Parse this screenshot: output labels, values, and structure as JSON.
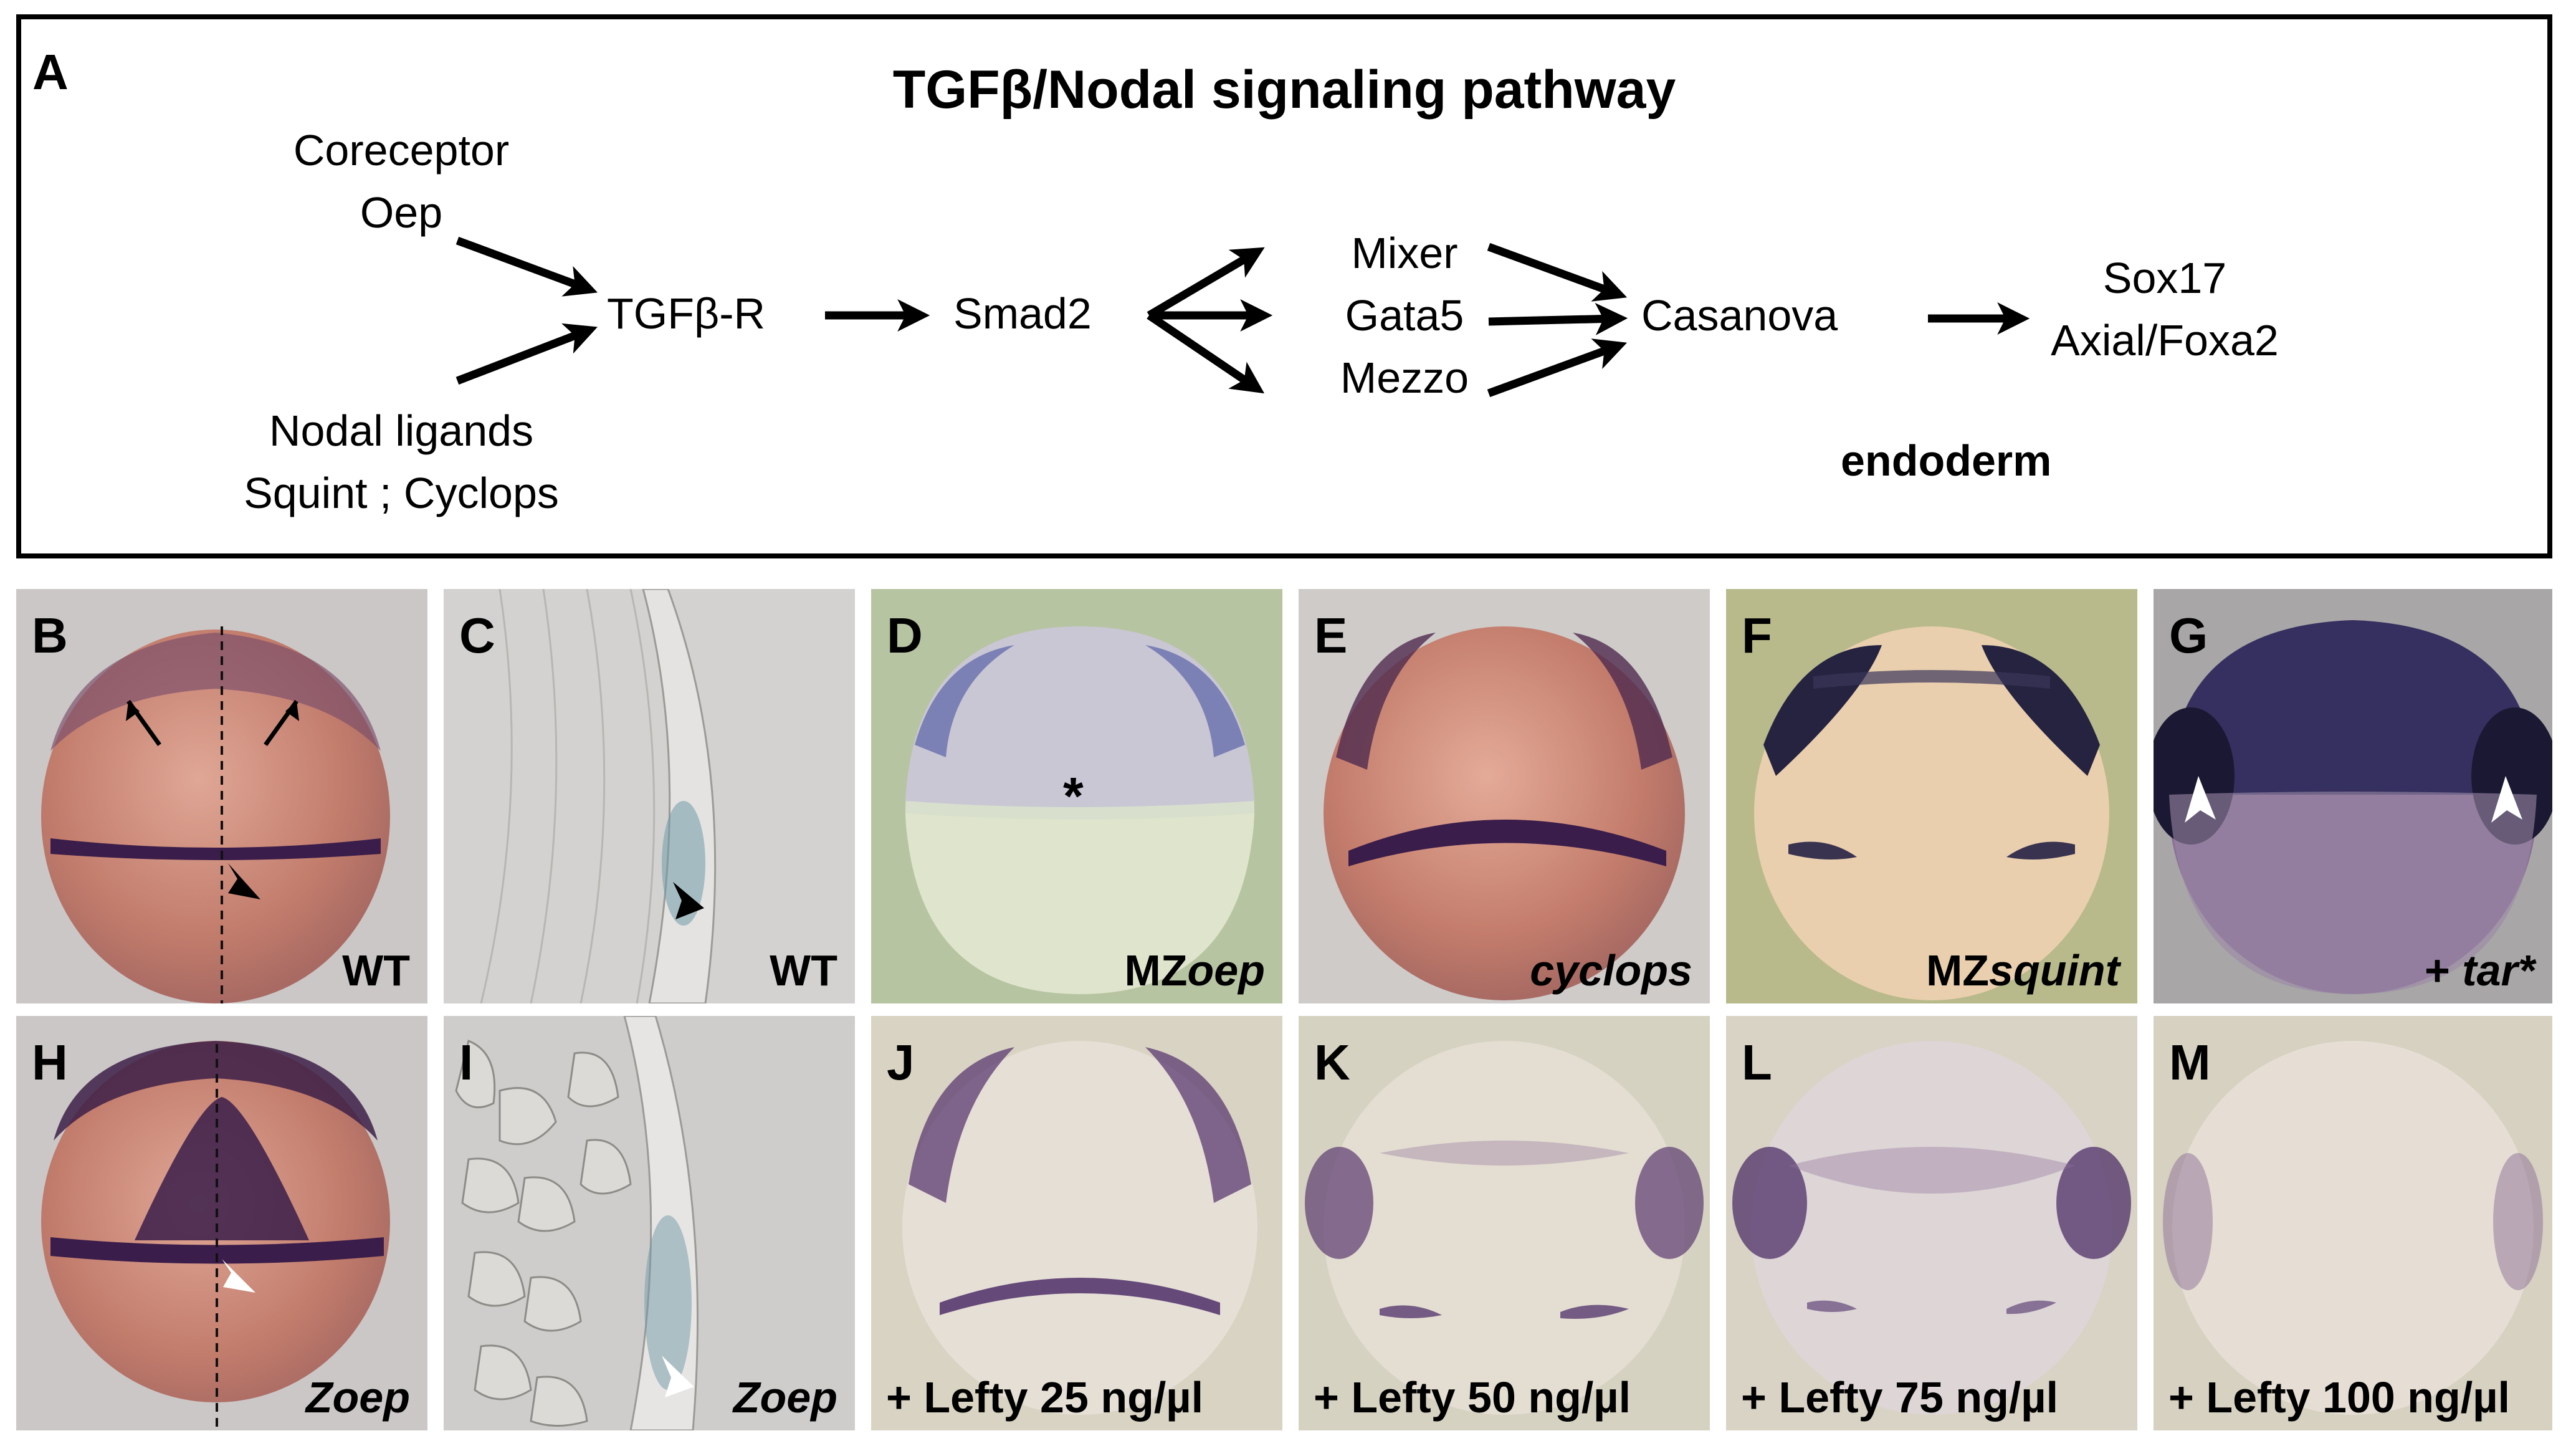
{
  "panel_a": {
    "label": "A",
    "title": "TGFβ/Nodal signaling pathway",
    "coreceptor_line1": "Coreceptor",
    "coreceptor_line2": "Oep",
    "ligands_line1": "Nodal ligands",
    "ligands_line2": "Squint ; Cyclops",
    "receptor": "TGFβ-R",
    "smad": "Smad2",
    "tf_1": "Mixer",
    "tf_2": "Gata5",
    "tf_3": "Mezzo",
    "casanova": "Casanova",
    "target_1": "Sox17",
    "target_2": "Axial/Foxa2",
    "endoderm": "endoderm"
  },
  "panels": {
    "B": {
      "label": "B",
      "caption": "WT"
    },
    "C": {
      "label": "C",
      "caption": "WT"
    },
    "D": {
      "label": "D",
      "caption_prefix": "MZ",
      "caption_italic": "oep",
      "mark": "*"
    },
    "E": {
      "label": "E",
      "caption_italic": "cyclops"
    },
    "F": {
      "label": "F",
      "caption_prefix": "MZ",
      "caption_italic": "squint"
    },
    "G": {
      "label": "G",
      "caption_prefix": "+  ",
      "caption_italic": "tar*"
    },
    "H": {
      "label": "H",
      "caption_prefix": "Z",
      "caption_italic": "oep"
    },
    "I": {
      "label": "I",
      "caption_prefix": "Z",
      "caption_italic": "oep"
    },
    "J": {
      "label": "J",
      "caption": "+ Lefty 25 ng/µl"
    },
    "K": {
      "label": "K",
      "caption": "+ Lefty 50 ng/µl"
    },
    "L": {
      "label": "L",
      "caption": "+ Lefty 75 ng/µl"
    },
    "M": {
      "label": "M",
      "caption": "+ Lefty 100 ng/µl"
    }
  },
  "colors": {
    "embryo_pink": "#c98a78",
    "stain_purple": "#3a1d4a",
    "bg_gray": "#cfcbc9",
    "bg_green": "#b7c5a2",
    "bg_olive": "#b9bb8d",
    "bg_cream": "#d9d4c4",
    "bg_slate": "#a8a6a6"
  }
}
